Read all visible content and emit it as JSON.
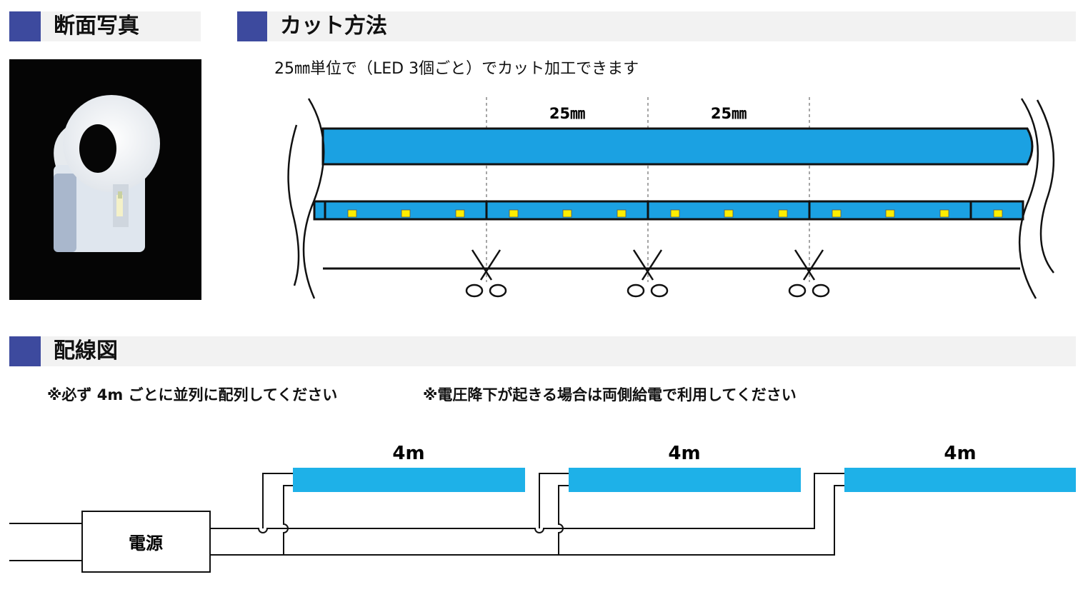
{
  "sections": {
    "cross_section": {
      "title": "断面写真"
    },
    "cut_method": {
      "title": "カット方法",
      "description": "25㎜単位で（LED 3個ごと）でカット加工できます",
      "segment_labels": [
        "25㎜",
        "25㎜"
      ]
    },
    "wiring": {
      "title": "配線図",
      "notes": [
        "※必ず 4m ごとに並列に配列してください",
        "※電圧降下が起きる場合は両側給電で利用してください"
      ],
      "power_supply_label": "電源",
      "strip_labels": [
        "4m",
        "4m",
        "4m"
      ]
    }
  },
  "colors": {
    "section_marker": "#3d4a9e",
    "section_bg": "#f2f2f2",
    "strip_blue": "#1ba1e2",
    "wiring_strip_blue": "#1eb1e8",
    "led_yellow": "#ffee00"
  },
  "icons": [
    "scissors-icon",
    "scissors-icon",
    "scissors-icon"
  ]
}
